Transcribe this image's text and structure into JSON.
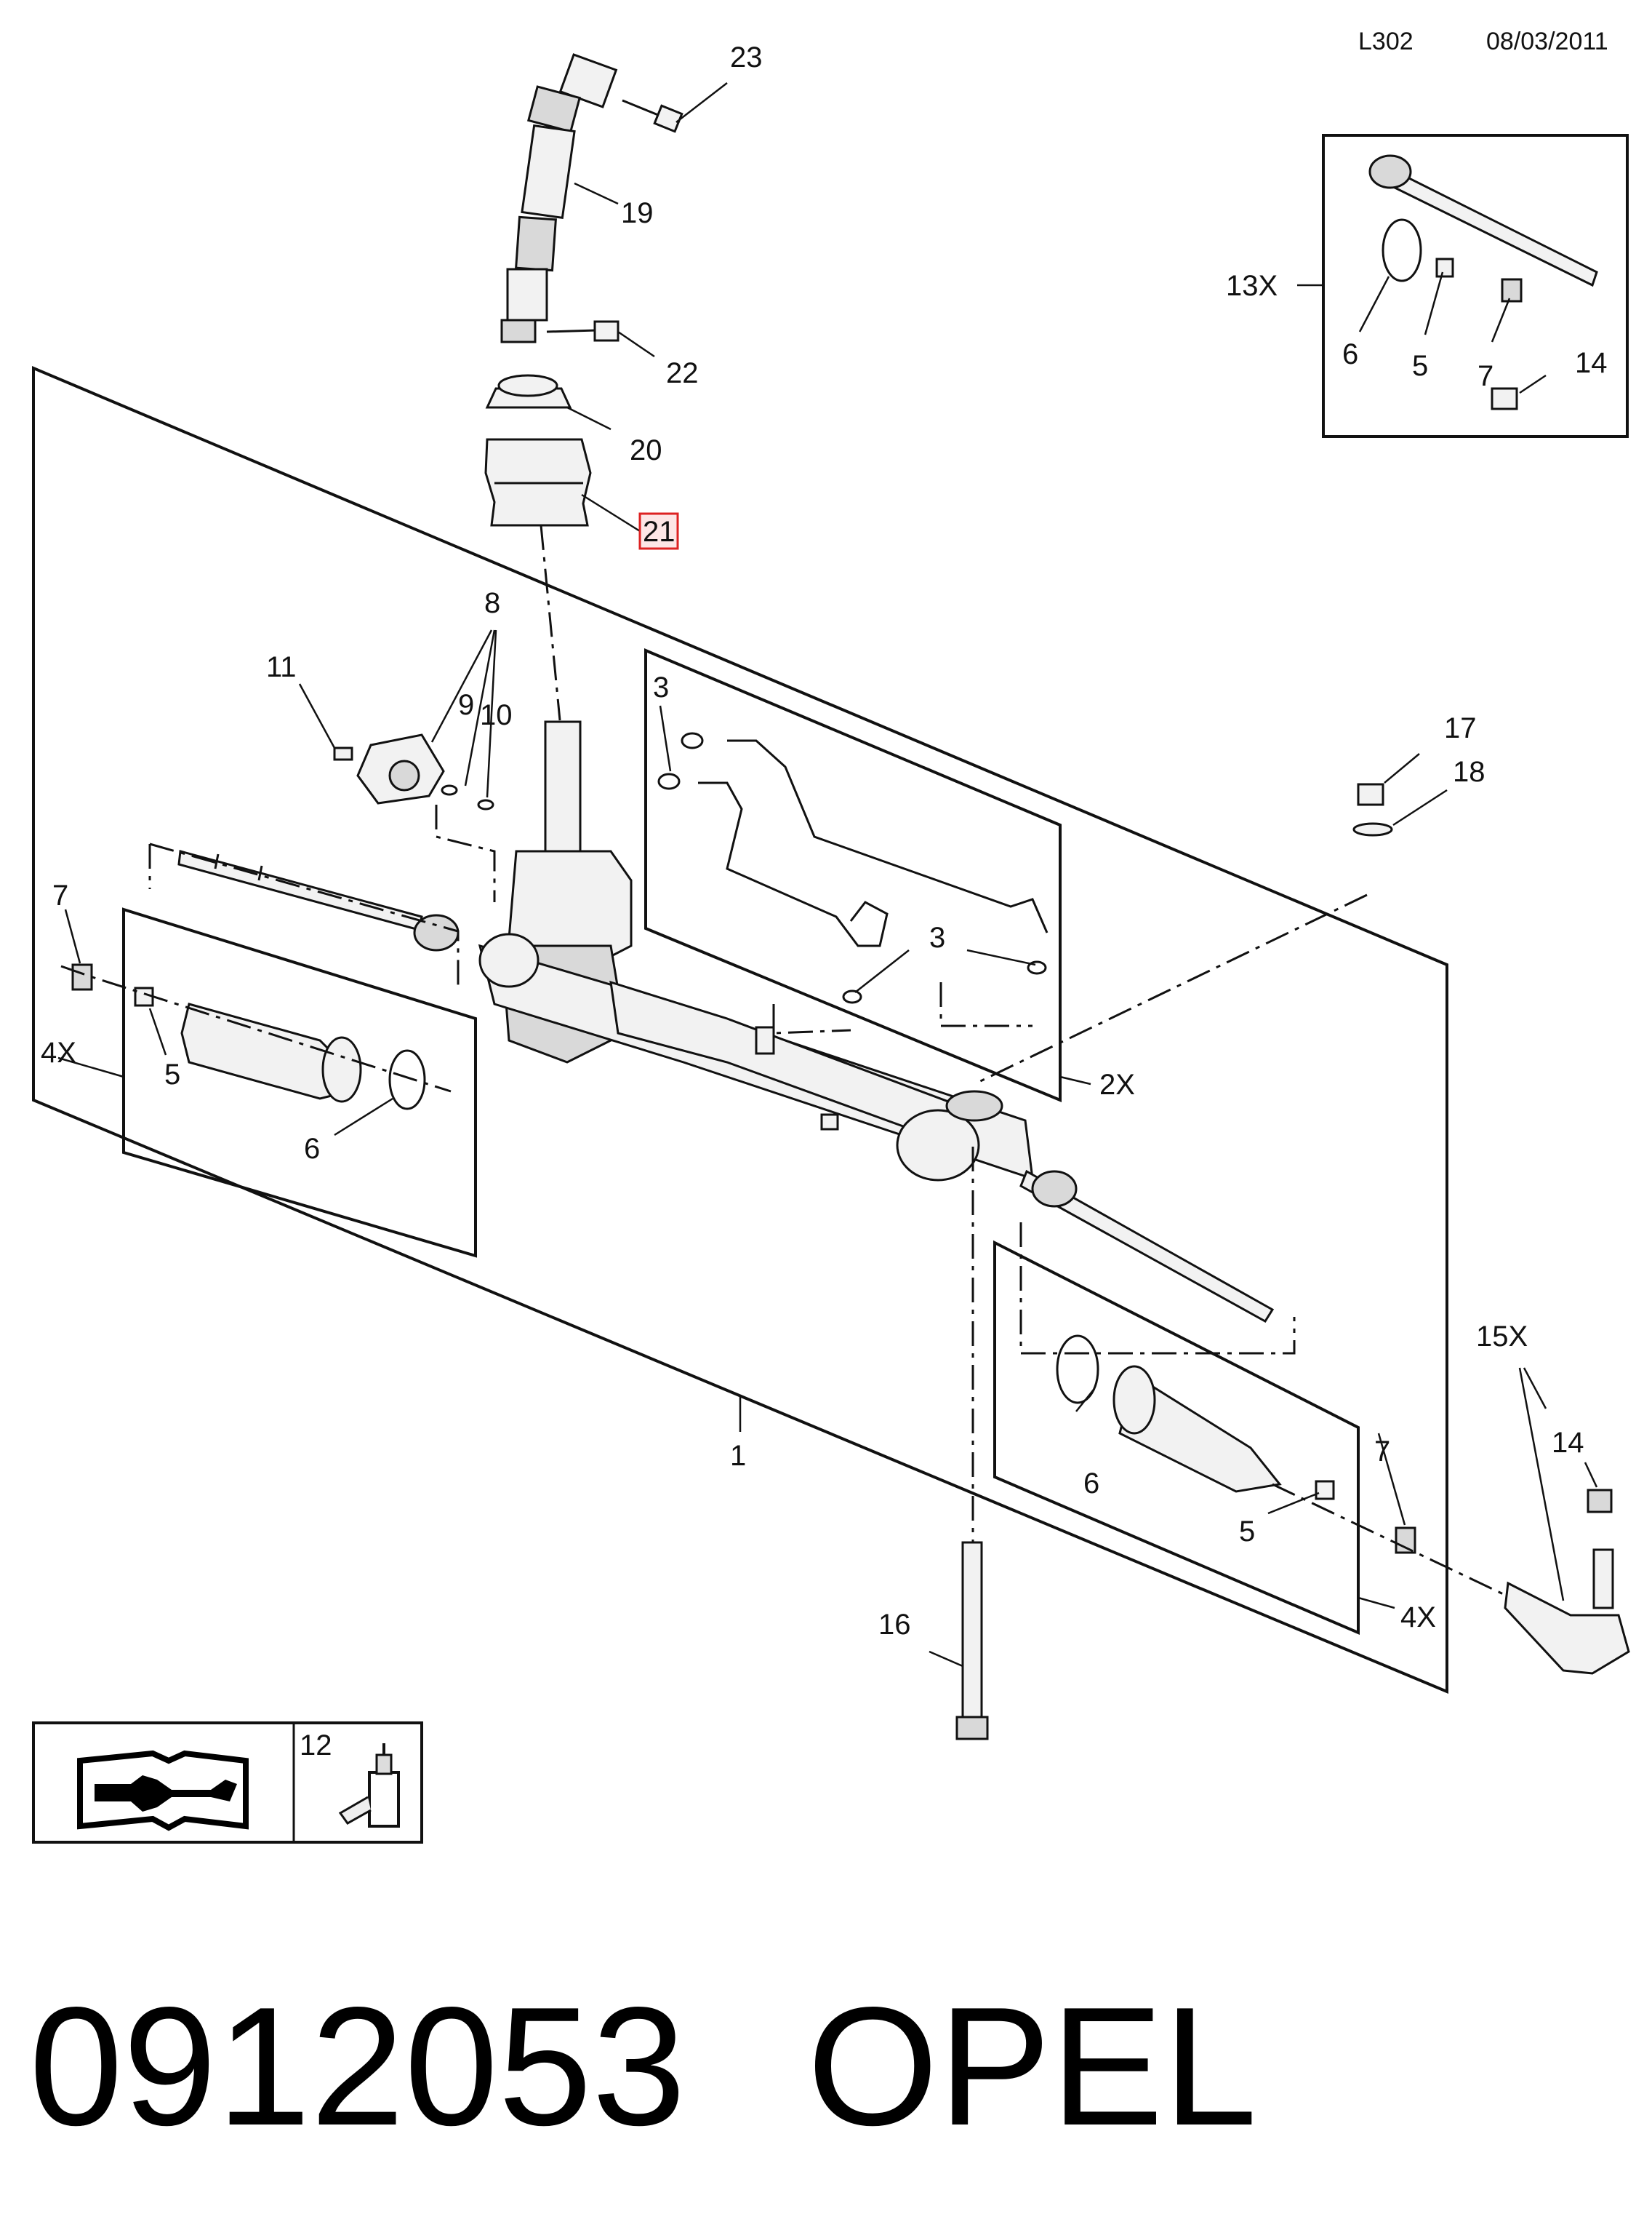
{
  "header": {
    "page_code": "L302",
    "date": "08/03/2011"
  },
  "callouts": [
    {
      "id": "c23",
      "text": "23"
    },
    {
      "id": "c19",
      "text": "19"
    },
    {
      "id": "c22",
      "text": "22"
    },
    {
      "id": "c20",
      "text": "20"
    },
    {
      "id": "c21",
      "text": "21",
      "highlighted": true
    },
    {
      "id": "c8",
      "text": "8"
    },
    {
      "id": "c11",
      "text": "11"
    },
    {
      "id": "c9",
      "text": "9"
    },
    {
      "id": "c10",
      "text": "10"
    },
    {
      "id": "c3a",
      "text": "3"
    },
    {
      "id": "c3b",
      "text": "3"
    },
    {
      "id": "c17",
      "text": "17"
    },
    {
      "id": "c18",
      "text": "18"
    },
    {
      "id": "c7a",
      "text": "7"
    },
    {
      "id": "c4xa",
      "text": "4X"
    },
    {
      "id": "c5a",
      "text": "5"
    },
    {
      "id": "c6a",
      "text": "6"
    },
    {
      "id": "c2x",
      "text": "2X"
    },
    {
      "id": "c13x",
      "text": "13X"
    },
    {
      "id": "c6b",
      "text": "6"
    },
    {
      "id": "c5b",
      "text": "5"
    },
    {
      "id": "c7b",
      "text": "7"
    },
    {
      "id": "c14a",
      "text": "14"
    },
    {
      "id": "c15x",
      "text": "15X"
    },
    {
      "id": "c14b",
      "text": "14"
    },
    {
      "id": "c7c",
      "text": "7"
    },
    {
      "id": "c6c",
      "text": "6"
    },
    {
      "id": "c5c",
      "text": "5"
    },
    {
      "id": "c4xb",
      "text": "4X"
    },
    {
      "id": "c1",
      "text": "1"
    },
    {
      "id": "c16",
      "text": "16"
    },
    {
      "id": "c12",
      "text": "12"
    }
  ],
  "footer": {
    "part_number": "0912053",
    "brand": "OPEL"
  },
  "colors": {
    "line": "#111111",
    "highlight_fill": "#fde6e6",
    "highlight_stroke": "#dd2222"
  },
  "icons": {
    "manual": "manual-wrench-book-icon",
    "adhesive": "adhesive-bottle-icon"
  }
}
